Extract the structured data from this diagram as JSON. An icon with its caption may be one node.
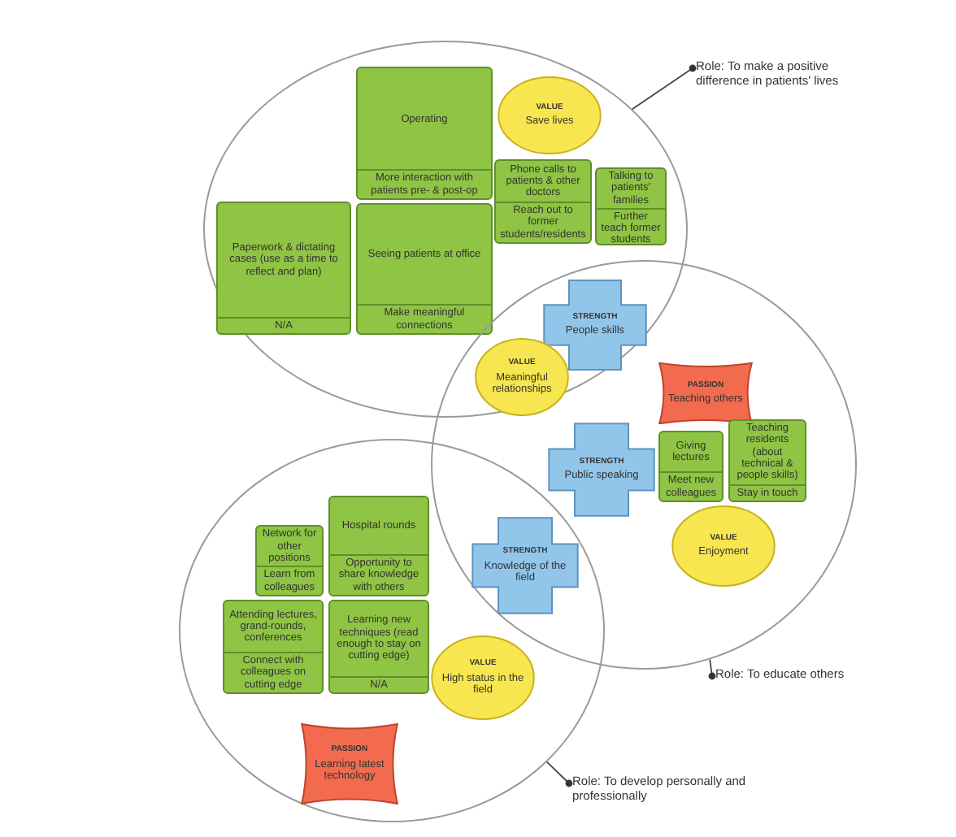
{
  "diagram": {
    "nodes": [
      {
        "text": [],
        "shape": "ellipse"
      },
      {
        "text": [
          "Role: To make a positive difference in patients' lives"
        ]
      },
      {
        "text": [
          "Operating",
          "More interaction with patients pre- & post-op"
        ],
        "in": 0
      },
      {
        "text": [
          "Paperwork & dictating cases (use as a time to reflect and plan)",
          "N/A"
        ],
        "in": 0
      },
      {
        "text": [
          "Seeing patients at office",
          "Make meaningful connections"
        ],
        "in": 0
      },
      {
        "text": [
          "VALUE",
          "Save lives"
        ],
        "in": 0
      },
      {
        "text": [
          "Phone calls to patients & other doctors",
          "Reach out to former students/residents"
        ],
        "in": 0
      },
      {
        "text": [
          "Talking to patients' families",
          "Further teach former students"
        ],
        "in": 0
      },
      {
        "text": [],
        "shape": "ellipse"
      },
      {
        "text": [
          "Role: To educate others"
        ]
      },
      {
        "text": [
          "STRENGTH",
          "People skills"
        ]
      },
      {
        "text": [
          "VALUE",
          "Meaningful relationships"
        ]
      },
      {
        "text": [
          "PASSION",
          "Teaching others"
        ],
        "in": 8
      },
      {
        "text": [
          "STRENGTH",
          "Public speaking"
        ],
        "in": 8
      },
      {
        "text": [
          "Giving lectures",
          "Meet new colleagues"
        ],
        "in": 8
      },
      {
        "text": [
          "Teaching residents (about technical & people skills)",
          "Stay in touch"
        ],
        "in": 8
      },
      {
        "text": [
          "VALUE",
          "Enjoyment"
        ],
        "in": 8
      },
      {
        "text": [
          "STRENGTH",
          "Knowledge of the field"
        ]
      },
      {
        "text": [],
        "shape": "ellipse"
      },
      {
        "text": [
          "Role: To develop personally and professionally"
        ]
      },
      {
        "text": [
          "Network for other positions",
          "Learn from colleagues"
        ],
        "in": 18
      },
      {
        "text": [
          "Hospital rounds",
          "Opportunity to share knowledge with others"
        ],
        "in": 18
      },
      {
        "text": [
          "Attending lectures, grand-rounds, conferences",
          "Connect with colleagues on cutting edge"
        ],
        "in": 18
      },
      {
        "text": [
          "Learning new techniques (read enough to stay on cutting edge)",
          "N/A"
        ],
        "in": 18
      },
      {
        "text": [
          "VALUE",
          "High status in the field"
        ],
        "in": 18
      },
      {
        "text": [
          "PASSION",
          "Learning latest technology"
        ],
        "in": 18
      }
    ],
    "edges": [
      {
        "from": 1,
        "to": 0,
        "arrow": "other"
      },
      {
        "from": 9,
        "to": 8,
        "arrow": "other"
      },
      {
        "from": 19,
        "to": 18,
        "arrow": "other"
      }
    ]
  }
}
